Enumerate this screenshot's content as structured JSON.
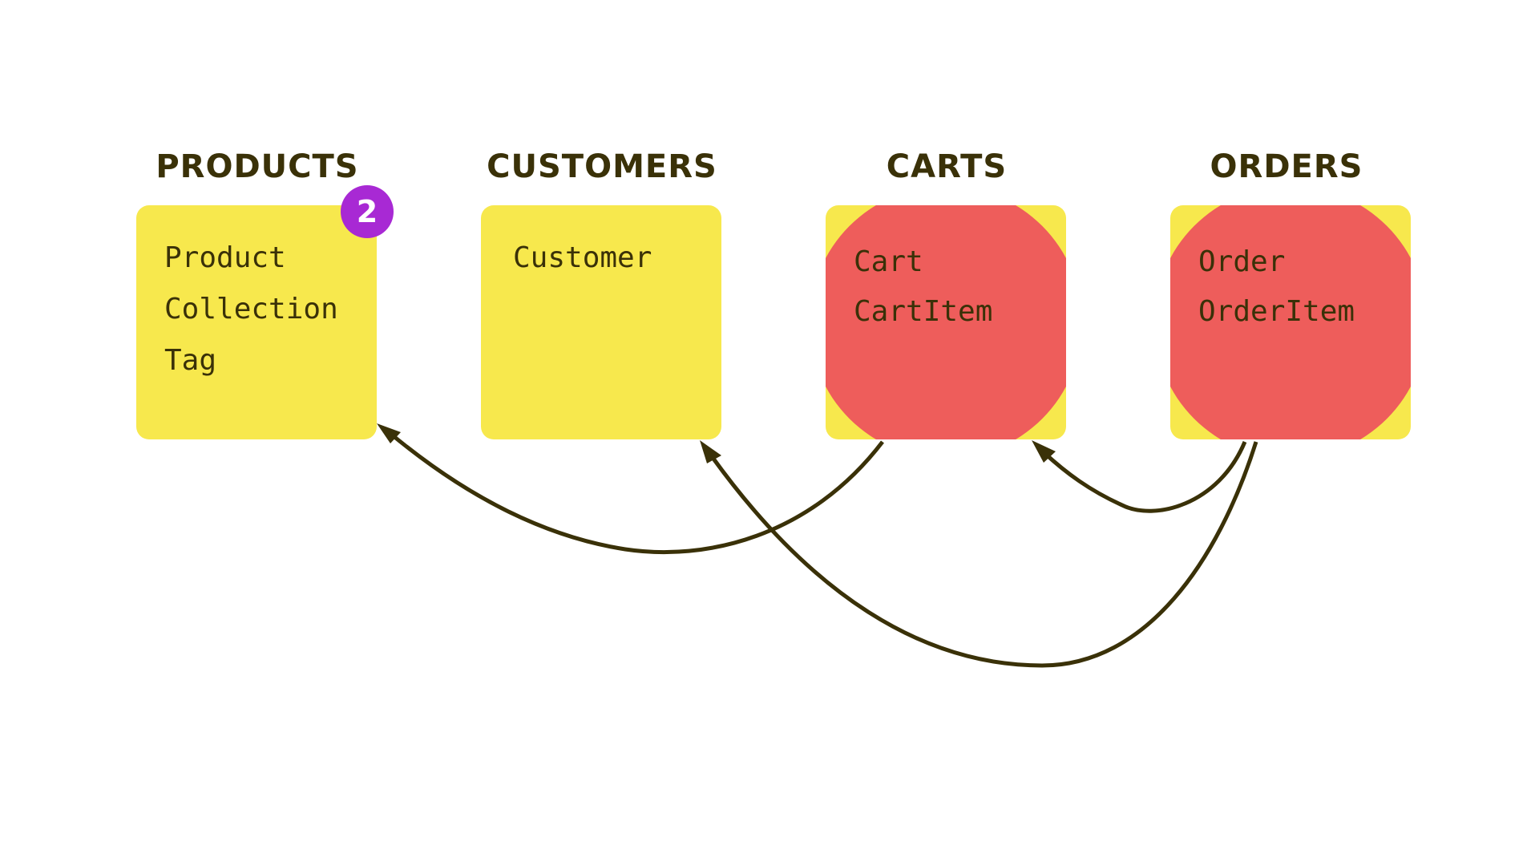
{
  "columns": [
    {
      "heading": "PRODUCTS",
      "items": [
        "Product",
        "Collection",
        "Tag"
      ],
      "highlighted": false
    },
    {
      "heading": "CUSTOMERS",
      "items": [
        "Customer"
      ],
      "highlighted": false
    },
    {
      "heading": "CARTS",
      "items": [
        "Cart",
        "CartItem"
      ],
      "highlighted": true
    },
    {
      "heading": "ORDERS",
      "items": [
        "Order",
        "OrderItem"
      ],
      "highlighted": true
    }
  ],
  "badge": {
    "label": "2"
  },
  "edges": [
    {
      "from": "CARTS",
      "to": "PRODUCTS"
    },
    {
      "from": "ORDERS",
      "to": "CARTS"
    },
    {
      "from": "ORDERS",
      "to": "CUSTOMERS"
    }
  ],
  "colors": {
    "box": "#f7e84d",
    "highlight": "#ee5d5b",
    "text": "#3a3108",
    "badge": "#a829d4",
    "arrow": "#3a3108"
  }
}
